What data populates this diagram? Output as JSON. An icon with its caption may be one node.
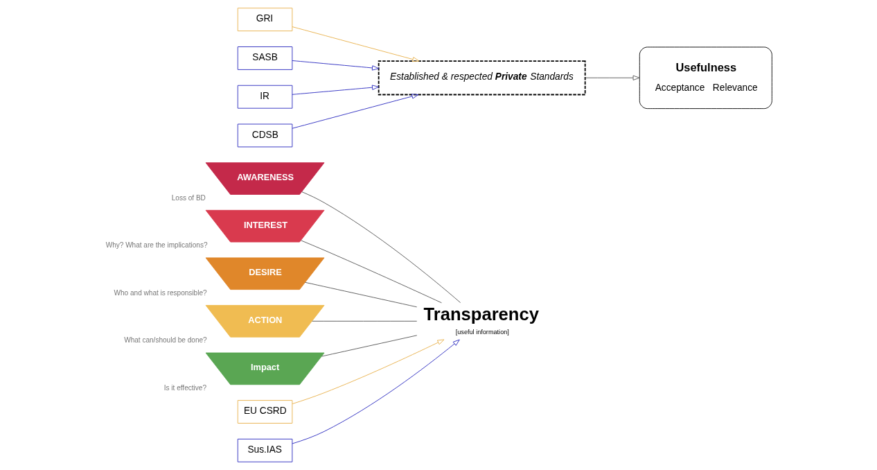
{
  "diagram": {
    "nodes": [
      {
        "text": [
          "AWARENESS"
        ],
        "beside": [
          "Loss of BD"
        ]
      },
      {
        "text": [
          "INTEREST"
        ],
        "beside": [
          "Why? What are the implications?"
        ]
      },
      {
        "text": [
          "DESIRE"
        ],
        "beside": [
          "Who and what is responsible?"
        ]
      },
      {
        "text": [
          "ACTION"
        ],
        "beside": [
          "What can/should be done?"
        ]
      },
      {
        "text": [
          "Impact"
        ],
        "beside": [
          "Is it effective?"
        ]
      },
      {
        "text": [
          "Transparency",
          "[useful information]"
        ]
      },
      {
        "text": [
          "EU CSRD"
        ]
      },
      {
        "text": [
          "Sus.IAS"
        ]
      },
      {
        "text": [
          "Usefulness",
          "Acceptance",
          "Relevance"
        ]
      },
      {
        "text": [
          "Established & respected **Private** Standards"
        ]
      },
      {
        "text": [
          "GRI"
        ]
      },
      {
        "text": [
          "SASB"
        ]
      },
      {
        "text": [
          "IR"
        ]
      },
      {
        "text": [
          "CDSB"
        ]
      }
    ],
    "edges": [
      {
        "from": 0,
        "to": 5,
        "arrow": "none"
      },
      {
        "from": 1,
        "to": 5,
        "arrow": "none"
      },
      {
        "from": 2,
        "to": 5,
        "arrow": "none"
      },
      {
        "from": 3,
        "to": 5,
        "arrow": "none"
      },
      {
        "from": 4,
        "to": 5,
        "arrow": "none"
      },
      {
        "from": 6,
        "to": 5,
        "arrow": "to",
        "color": "#e8b04a"
      },
      {
        "from": 7,
        "to": 5,
        "arrow": "to",
        "color": "#2b2bbf"
      },
      {
        "from": 9,
        "to": 8,
        "arrow": "to"
      },
      {
        "from": 10,
        "to": 9,
        "arrow": "to",
        "color": "#e8b04a"
      },
      {
        "from": 11,
        "to": 9,
        "arrow": "to",
        "color": "#2b2bbf"
      },
      {
        "from": 12,
        "to": 9,
        "arrow": "to",
        "color": "#2b2bbf"
      },
      {
        "from": 13,
        "to": 9,
        "arrow": "to",
        "color": "#2b2bbf"
      }
    ]
  }
}
